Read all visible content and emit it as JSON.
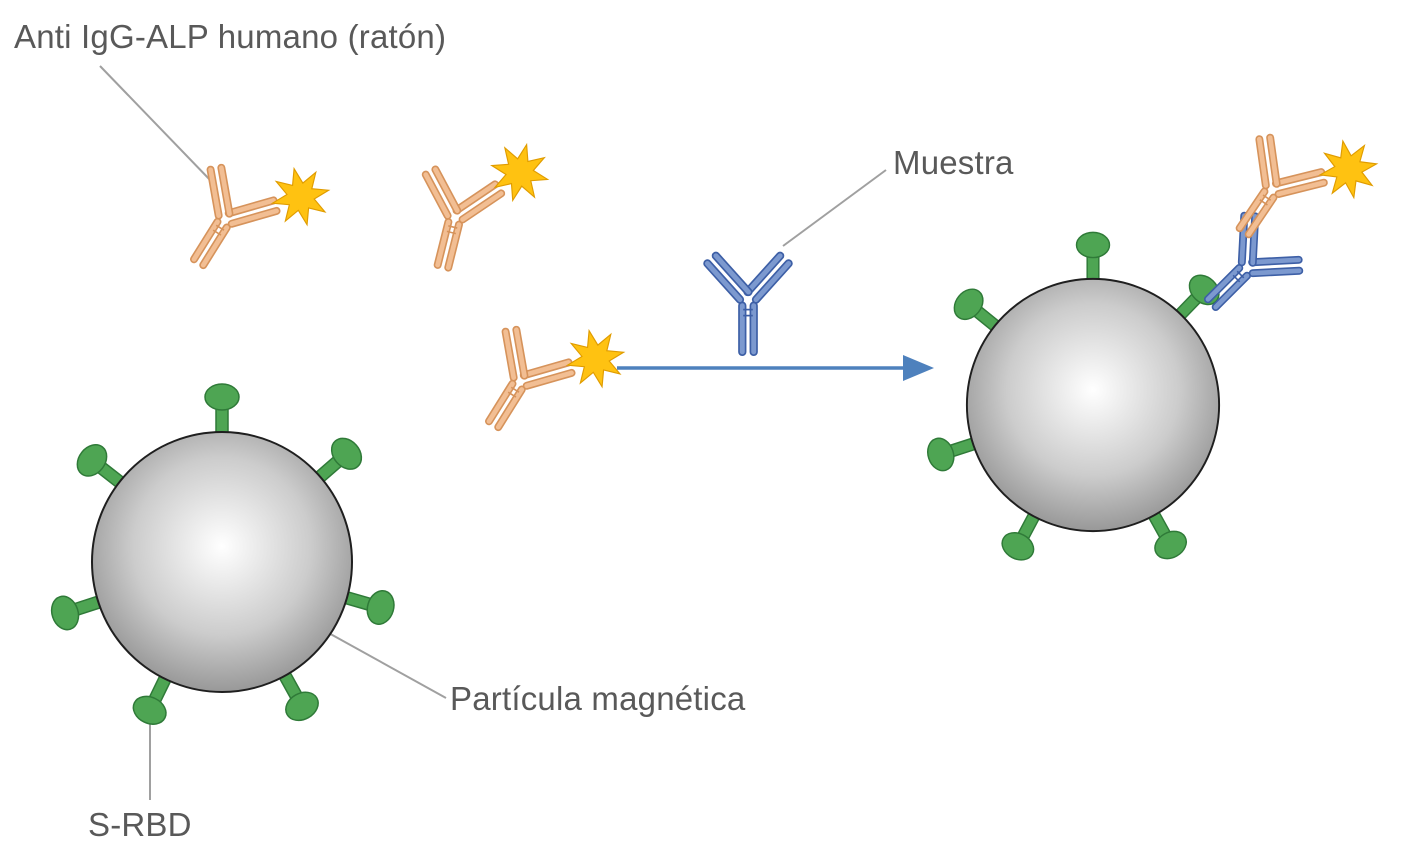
{
  "diagram": {
    "labels": {
      "anti_igg_alp": "Anti IgG-ALP humano (ratón)",
      "muestra": "Muestra",
      "particula_magnetica": "Partícula magnética",
      "s_rbd": "S-RBD"
    },
    "colors": {
      "background": "#ffffff",
      "label-text": "#595959",
      "leader-line": "#a0a0a0",
      "orange-fill": "#f2be93",
      "orange-stroke": "#d6935b",
      "blue-fill": "#7c99cf",
      "blue-stroke": "#3d5fa6",
      "star-fill": "#ffc211",
      "star-stroke": "#e09c00",
      "green-fill": "#4ea553",
      "green-stroke": "#2f7a38",
      "particle-center": "#ffffff",
      "particle-mid": "#cccccc",
      "particle-edge": "#8a8a8a",
      "particle-outline": "#1f1f1f",
      "arrow-blue": "#4e81bd"
    }
  }
}
